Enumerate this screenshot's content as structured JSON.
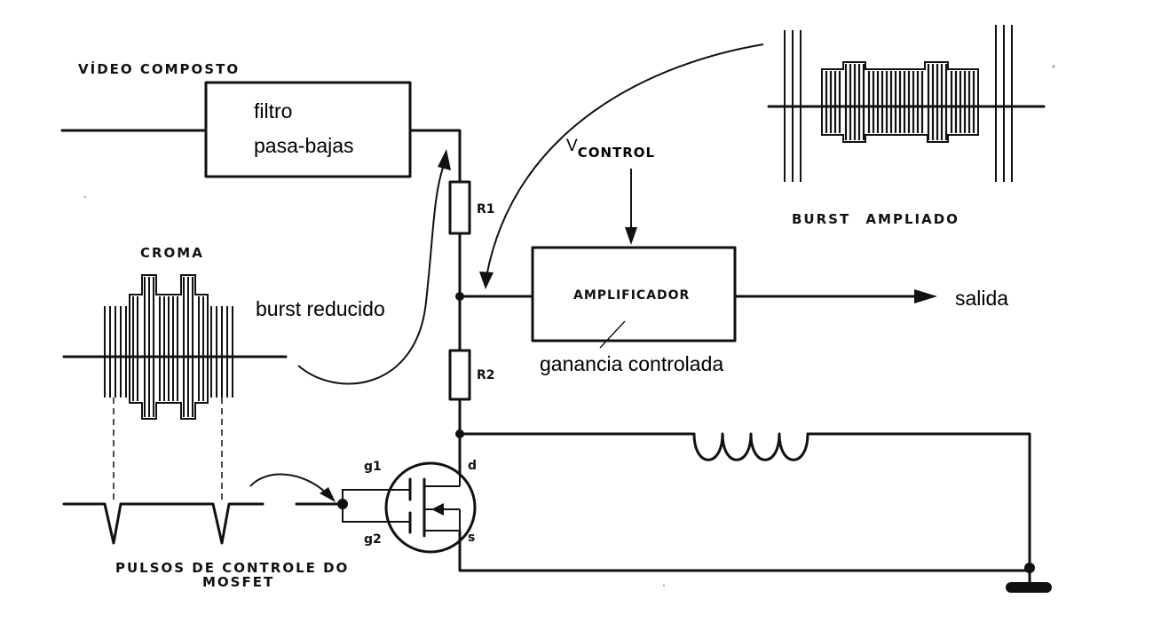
{
  "labels": {
    "video_in": "VÍDEO COMPOSTO",
    "filter_line1": "filtro",
    "filter_line2": "pasa-bajas",
    "r1": "R1",
    "r2": "R2",
    "v_control_main": "V",
    "v_control_sub": "CONTROL",
    "burst_amplified": "BURST AMPLIADO",
    "croma": "CROMA",
    "burst_reduced": "burst reducido",
    "amplifier": "AMPLIFICADOR",
    "output": "salida",
    "gain_controlled": "ganancia controlada",
    "gate1": "g1",
    "gate2": "g2",
    "drain": "d",
    "source": "s",
    "pulses_line1": "PULSOS DE CONTROLE DO",
    "pulses_line2": "MOSFET"
  },
  "icons": {
    "transistor": "mosfet-dual-gate-icon",
    "inductor": "inductor-coil-icon",
    "ground": "ground-icon"
  }
}
